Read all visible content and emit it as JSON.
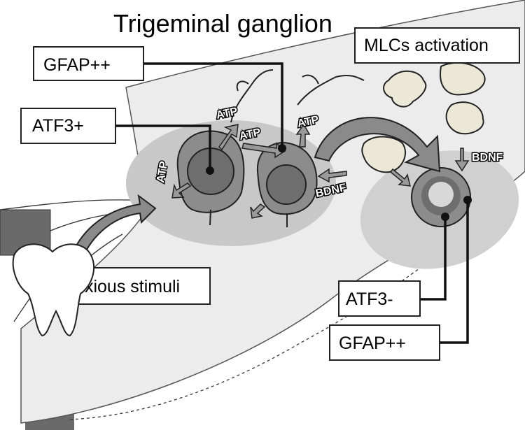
{
  "title": "Trigeminal ganglion",
  "labels": {
    "gfap_top": "GFAP++",
    "atf3_pos": "ATF3+",
    "mlcs": "MLCs activation",
    "noxious": "Noxious stimuli",
    "atf3_neg": "ATF3-",
    "gfap_bottom": "GFAP++"
  },
  "molecules": {
    "atp_top_left": "ATP",
    "atp_mid": "ATP",
    "atp_top_right": "ATP",
    "atp_left": "ATP",
    "bdnf_center": "BDNF",
    "bdnf_right": "BDNF"
  },
  "colors": {
    "ganglion_fill": "#ececec",
    "cluster_fill": "#c8c8c8",
    "satellite_fill": "#8c8c8c",
    "soma_fill": "#6e6e6e",
    "microglia_fill": "#ece8d8",
    "arrow_fill": "#8a8a8a"
  }
}
